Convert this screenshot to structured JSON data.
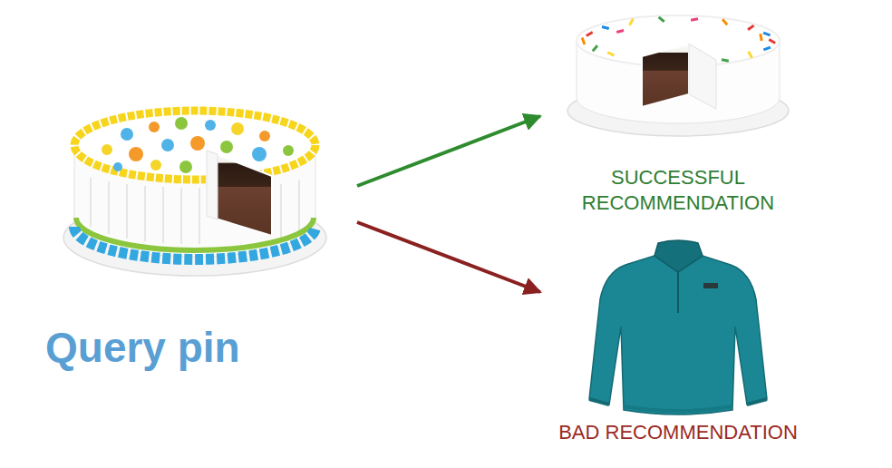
{
  "diagram": {
    "nodes": [
      {
        "text": [
          "Query pin"
        ]
      },
      {
        "text": [
          "SUCCESSFUL RECOMMENDATION"
        ]
      },
      {
        "text": [
          "BAD RECOMMENDATION"
        ]
      }
    ],
    "edges": [
      {
        "from": 0,
        "to": 1,
        "arrow": "to"
      },
      {
        "from": 0,
        "to": 2,
        "arrow": "to"
      }
    ]
  }
}
